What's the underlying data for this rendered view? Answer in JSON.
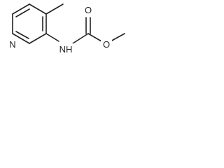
{
  "structure": {
    "atoms": {
      "ring_nitrogen": "N",
      "amine": "NH",
      "carbonyl_oxygen": "O",
      "ester_oxygen": "O"
    }
  },
  "colors": {
    "bond": "#222222",
    "background": "#ffffff"
  }
}
